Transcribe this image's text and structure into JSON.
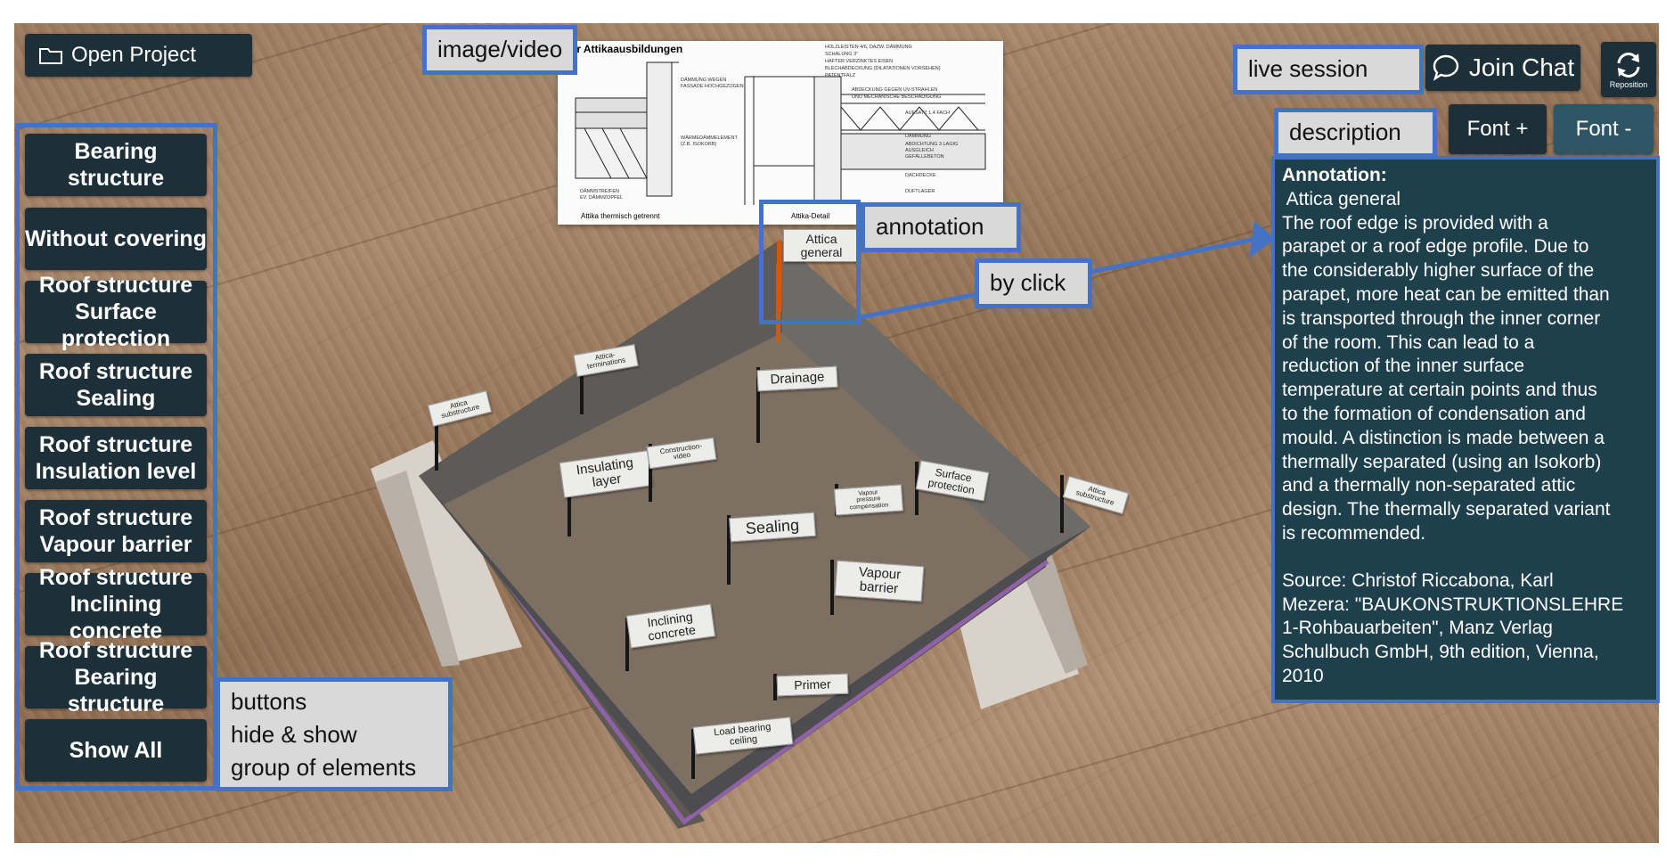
{
  "toolbar": {
    "open_project_label": "Open Project",
    "join_chat_label": "Join Chat",
    "reposition_label": "Reposition",
    "font_plus_label": "Font +",
    "font_minus_label": "Font -"
  },
  "sidebar": {
    "buttons": [
      {
        "line1": "Bearing",
        "line2": "structure"
      },
      {
        "line1": "Without covering",
        "line2": ""
      },
      {
        "line1": "Roof structure",
        "line2": "Surface protection"
      },
      {
        "line1": "Roof structure",
        "line2": "Sealing"
      },
      {
        "line1": "Roof structure",
        "line2": "Insulation level"
      },
      {
        "line1": "Roof structure",
        "line2": "Vapour barrier"
      },
      {
        "line1": "Roof structure",
        "line2": "Inclining concrete"
      },
      {
        "line1": "Roof structure",
        "line2": "Bearing structure"
      },
      {
        "line1": "Show All",
        "line2": ""
      }
    ]
  },
  "callouts": {
    "image_video": "image/video",
    "live_session": "live session",
    "description": "description",
    "annotation": "annotation",
    "by_click": "by click",
    "buttons_line1": "buttons",
    "buttons_line2": "hide & show",
    "buttons_line3": "group of elements"
  },
  "description_panel": {
    "heading": "Annotation:",
    "title": " Attica general",
    "body": " The roof edge is provided with a\nparapet or a roof edge profile. Due to\nthe considerably higher surface of the\nparapet, more heat can be emitted than\nis transported through the inner corner\nof the room. This can lead to a\nreduction of the inner surface\ntemperature at certain points and thus\nto the formation of condensation and\nmould. A distinction is made between a\nthermally separated (using an Isokorb)\nand a thermally non-separated attic\ndesign. The thermally separated variant\nis recommended.",
    "source": "Source: Christof Riccabona, Karl\nMezera: \"BAUKONSTRUKTIONSLEHRE\n1-Rohbauarbeiten\", Manz Verlag\nSchulbuch GmbH, 9th edition, Vienna,\n2010"
  },
  "drawing": {
    "title": "für Attikaausbildungen",
    "caption_left": "Attika thermisch getrennt",
    "caption_right": "Attika-Detail",
    "notes_left": [
      "DÄMMUNG WEGEN",
      "FASSADE HOCHGEZOGEN",
      "WÄRMEDÄMMELEMENT",
      "(Z.B. ISOKORB)",
      "DÄMMSTREIFEN",
      "EV. DÄMMZOPFEL"
    ],
    "notes_right": [
      "HOLZLEISTEN 4/6, DAZW. DÄMMUNG",
      "SCHALUNG 3\"",
      "HAFTER VERZINKTES EISEN",
      "BLECHABDECKUNG (DILATATIONEN VORSEHEN)",
      "PATENTFALZ",
      "ABDECKUNG GEGEN UV-STRAHLEN",
      "UND MECHANISCHE BESCHÄDIGUNG",
      "AUFSATZ 1.4 FACH",
      "DÄMMUNG",
      "ABDICHTUNG 3 LAGIG",
      "AUSGLEICH",
      "GEFÄLLEBETON",
      "DACHDECKE",
      "DUFTLAGER"
    ]
  },
  "model_signs": {
    "attica_general": "Attica\ngeneral",
    "attica_terminations": "Attica-\nterminations",
    "attica_substructure_left": "Attica\nsubstructure",
    "attica_substructure_right": "Attica\nsubstructure",
    "drainage": "Drainage",
    "insulating_layer": "Insulating\nlayer",
    "construction_video": "Construction-\nvideo",
    "surface_protection": "Surface\nprotection",
    "vapour_pressure_compensation": "Vapour\npressure\ncompensation",
    "sealing": "Sealing",
    "vapour_barrier": "Vapour\nbarrier",
    "inclining_concrete": "Inclining\nconcrete",
    "primer": "Primer",
    "load_bearing_ceiling": "Load bearing\nceiling"
  },
  "colors": {
    "ui_dark": "#1d3039",
    "panel": "#1e3f4c",
    "callout_border": "#4472c4",
    "callout_fill": "#d9d9d9",
    "font_minus_bg": "#2e5566",
    "roof_surface": "#7d6f61",
    "roof_edge": "#57575a",
    "marker": "#d4570f"
  }
}
